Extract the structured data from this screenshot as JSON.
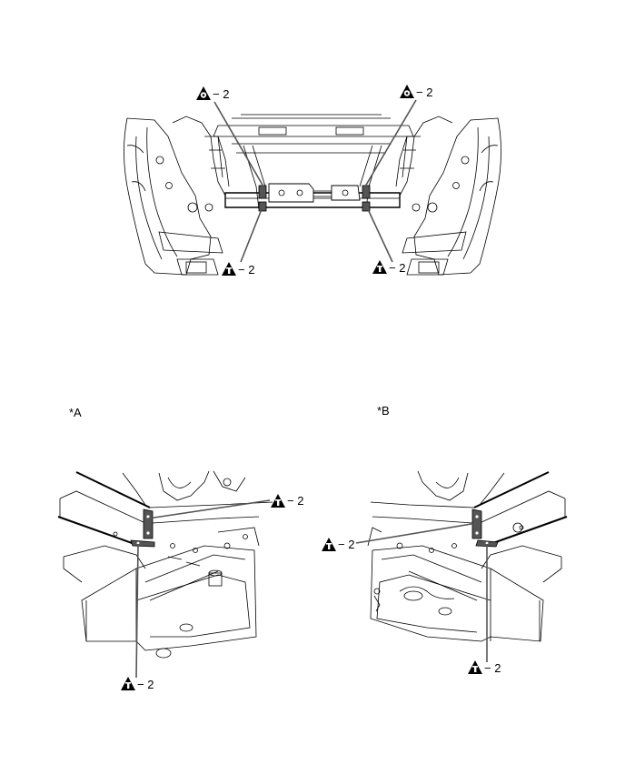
{
  "top_view": {
    "callouts": [
      {
        "icon": "bolt-circle-triangle-icon",
        "text": "− 2"
      },
      {
        "icon": "bolt-circle-triangle-icon",
        "text": "− 2"
      },
      {
        "icon": "bolt-i-triangle-icon",
        "text": "− 2"
      },
      {
        "icon": "bolt-i-triangle-icon",
        "text": "− 2"
      }
    ]
  },
  "view_a": {
    "label": "*A",
    "callouts": [
      {
        "icon": "bolt-i-triangle-icon",
        "text": "− 2"
      },
      {
        "icon": "bolt-i-triangle-icon",
        "text": "− 2"
      }
    ]
  },
  "view_b": {
    "label": "*B",
    "callouts": [
      {
        "icon": "bolt-i-triangle-icon",
        "text": "− 2"
      },
      {
        "icon": "bolt-i-triangle-icon",
        "text": "− 2"
      }
    ]
  }
}
